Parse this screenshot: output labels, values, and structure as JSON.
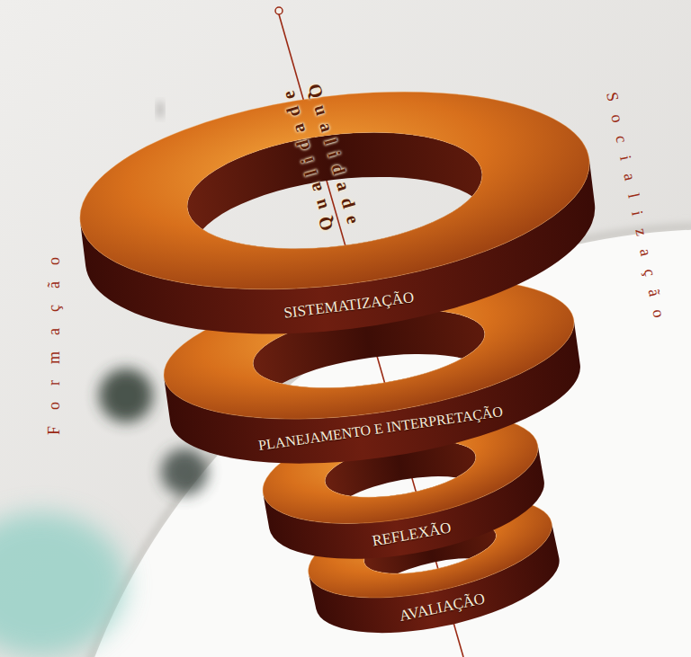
{
  "diagram": {
    "nodes": [
      {
        "text": [
          "SISTEMATIZAÇÃO"
        ]
      },
      {
        "text": [
          "PLANEJAMENTO E INTERPRETAÇÃO"
        ]
      },
      {
        "text": [
          "REFLEXÃO"
        ]
      },
      {
        "text": [
          "AVALIAÇÃO"
        ]
      }
    ],
    "labels": [
      "Qualidade",
      "Qualidade",
      "Formação",
      "Socialização"
    ]
  }
}
